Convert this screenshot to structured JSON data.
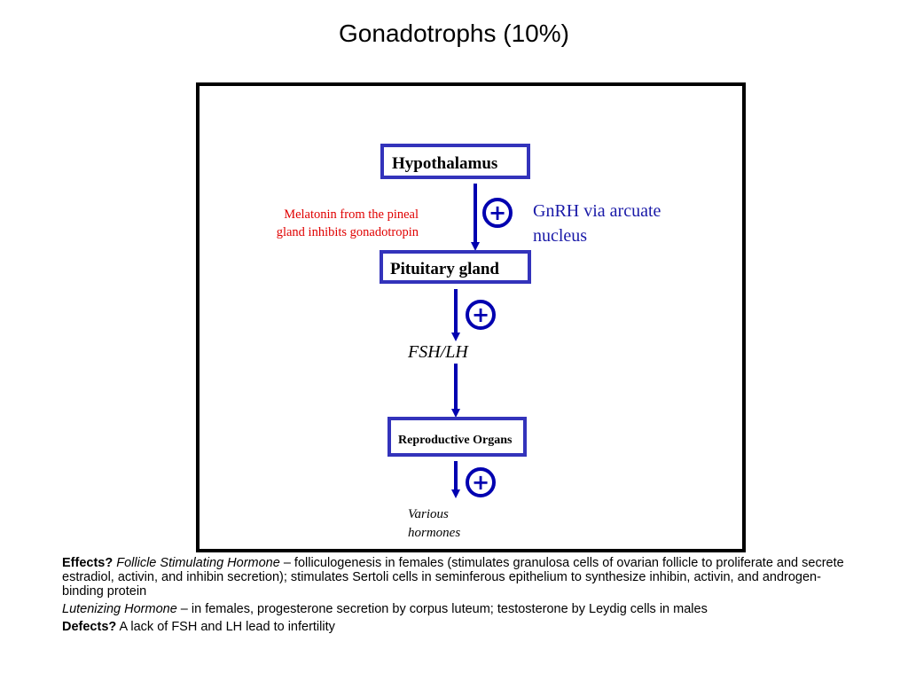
{
  "title": "Gonadotrophs (10%)",
  "diagram": {
    "nodes": {
      "hypothalamus": "Hypothalamus",
      "pituitary": "Pituitary gland",
      "reproductive": "Reproductive Organs"
    },
    "labels": {
      "melatonin_line1": "Melatonin from  the pineal",
      "melatonin_line2": "gland inhibits gonadotropin",
      "gnrh_line1": "GnRH via arcuate",
      "gnrh_line2": "nucleus",
      "fsh_lh": "FSH/LH",
      "various_line1": "Various",
      "various_line2": "hormones"
    },
    "plus_symbol": "+",
    "colors": {
      "node_border": "#3333bb",
      "arrow": "#0000b0",
      "melatonin_text": "#e00000",
      "gnrh_text": "#1a1aa8"
    }
  },
  "caption": {
    "effects_label": "Effects?",
    "fsh_term": "Follicle Stimulating Hormone",
    "fsh_text": " – folliculogenesis in females (stimulates granulosa cells of ovarian follicle to proliferate and secrete estradiol, activin, and inhibin secretion); stimulates Sertoli cells in seminferous epithelium to synthesize inhibin, activin, and androgen-binding protein",
    "lh_term": "Lutenizing Hormone",
    "lh_text": " – in females, progesterone secretion by corpus luteum; testosterone by Leydig cells in males",
    "defects_label": "Defects?",
    "defects_text": " A lack of FSH and LH lead to infertility"
  }
}
